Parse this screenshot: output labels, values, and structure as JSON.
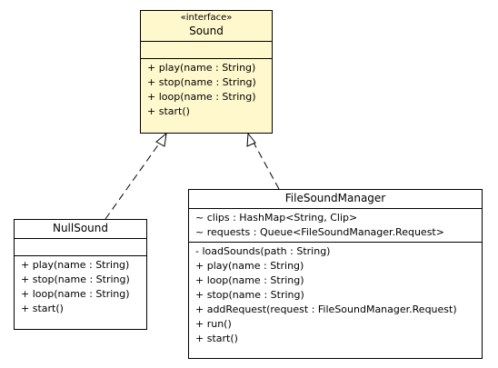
{
  "diagram": {
    "sound": {
      "stereotype": "«interface»",
      "name": "Sound",
      "operations": [
        "+ play(name : String)",
        "+ stop(name : String)",
        "+ loop(name : String)",
        "+ start()"
      ]
    },
    "null_sound": {
      "name": "NullSound",
      "operations": [
        "+ play(name : String)",
        "+ stop(name : String)",
        "+ loop(name : String)",
        "+ start()"
      ]
    },
    "file_sound_manager": {
      "name": "FileSoundManager",
      "attributes": [
        "~ clips : HashMap<String, Clip>",
        "~ requests : Queue<FileSoundManager.Request>"
      ],
      "operations": [
        "- loadSounds(path : String)",
        "+ play(name : String)",
        "+ loop(name : String)",
        "+ stop(name : String)",
        "+ addRequest(request : FileSoundManager.Request)",
        "+ run()",
        "+ start()"
      ]
    },
    "relations": [
      {
        "type": "realization",
        "from": "NullSound",
        "to": "Sound"
      },
      {
        "type": "realization",
        "from": "FileSoundManager",
        "to": "Sound"
      }
    ],
    "colors": {
      "interface_fill": "#fff8cc",
      "class_fill": "#ffffff",
      "line": "#000000"
    }
  }
}
